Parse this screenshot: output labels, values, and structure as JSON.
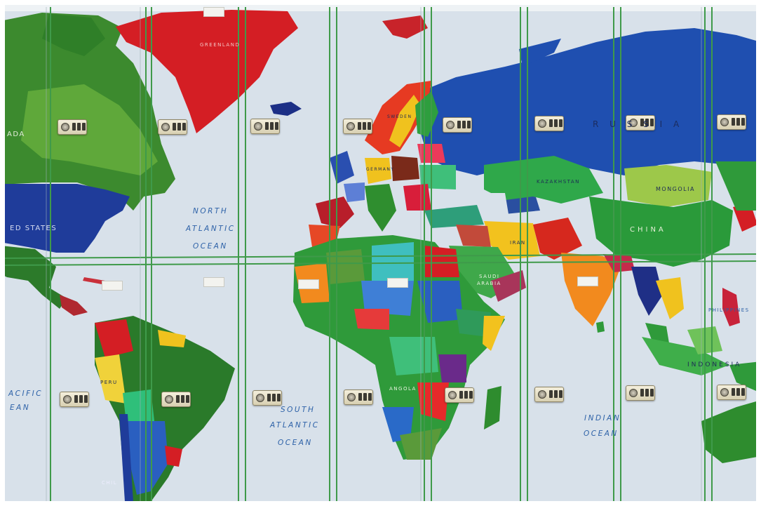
{
  "image": {
    "description": "Wall of metal lockers painted with a colorful political world map, each locker door with a combination lock"
  },
  "labels": {
    "north_atlantic": [
      "NORTH",
      "ATLANTIC",
      "OCEAN"
    ],
    "south_atlantic": [
      "SOUTH",
      "ATLANTIC",
      "OCEAN"
    ],
    "indian_ocean": [
      "INDIAN",
      "OCEAN"
    ],
    "pacific_left": [
      "ACIFIC",
      "EAN"
    ],
    "russia": "R U S S I A",
    "united_states": "ED STATES",
    "canada": "ADA",
    "greenland": "GREENLAND",
    "mongolia": "MONGOLIA",
    "china": "CHINA",
    "kazakhstan": "KAZAKHSTAN",
    "iran": "IRAN",
    "saudi_arabia": [
      "SAUDI",
      "ARABIA"
    ],
    "peru": "PERU",
    "angola": "ANGOLA",
    "indonesia": "INDONESIA",
    "chile": "CHIL",
    "sweden": "SWEDEN",
    "germany": "GERMANY",
    "philippines": "PHILIPPINES"
  },
  "colors": {
    "ocean": "#d9e2ec",
    "locker_frame": "#3f9a4a"
  },
  "locks_count": 16
}
